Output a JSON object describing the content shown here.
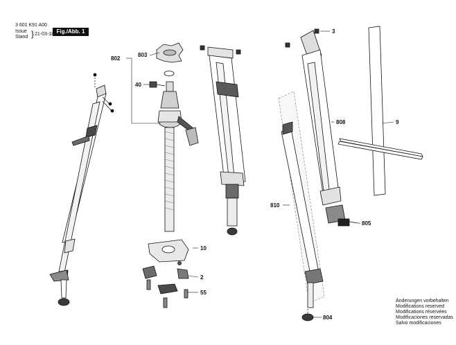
{
  "header": {
    "doc_number": "3 601 K91 A00",
    "issue_label": "Issue",
    "stand_label": "Stand",
    "date": "21-03-18",
    "figure_label": "Fig./Abb. 1"
  },
  "callouts": {
    "c802": "802",
    "c803": "803",
    "c40": "40",
    "c10": "10",
    "c2": "2",
    "c55": "55",
    "c3": "3",
    "c808": "808",
    "c9": "9",
    "c810": "810",
    "c805": "805",
    "c804": "804"
  },
  "notes": [
    "Änderungen vorbehalten",
    "Modifications reserved",
    "Modifications réservées",
    "Modificaciones reservadas",
    "Salvo modificaciones"
  ],
  "colors": {
    "ink": "#111111",
    "shade": "#bdbdbd",
    "dark": "#4a4a4a"
  }
}
